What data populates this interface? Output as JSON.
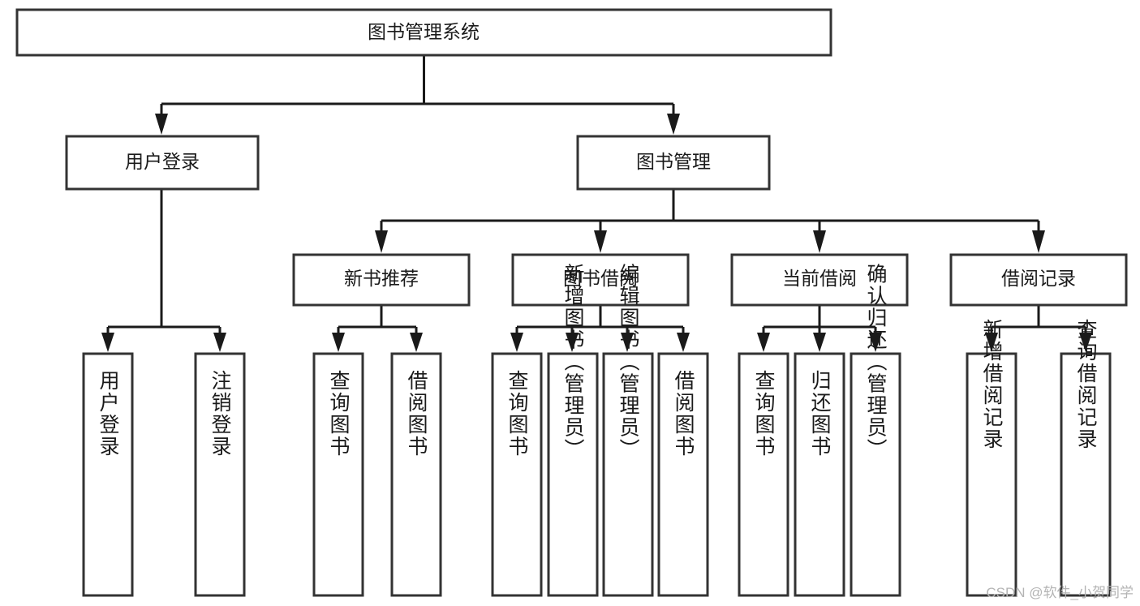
{
  "diagram": {
    "title": "图书管理系统",
    "watermark": "CSDN @软件_小贺同学",
    "colors": {
      "box_border": "#333333",
      "box_fill": "#ffffff",
      "connector": "#1a1a1a",
      "text": "#1a1a1a",
      "watermark": "#b4b4b4",
      "background": "#ffffff"
    },
    "nodes": {
      "root": {
        "label": "图书管理系统"
      },
      "level2": [
        {
          "label": "用户登录"
        },
        {
          "label": "图书管理"
        }
      ],
      "level3": [
        {
          "label": "新书推荐"
        },
        {
          "label": "图书借阅"
        },
        {
          "label": "当前借阅"
        },
        {
          "label": "借阅记录"
        }
      ],
      "leaves": {
        "user_login": [
          {
            "label": "用户登录"
          },
          {
            "label": "注销登录"
          }
        ],
        "new_book_recommend": [
          {
            "label": "查询图书"
          },
          {
            "label": "借阅图书"
          }
        ],
        "book_borrow": [
          {
            "label": "查询图书"
          },
          {
            "label": "新增图书（管理员）"
          },
          {
            "label": "编辑图书（管理员）"
          },
          {
            "label": "借阅图书"
          }
        ],
        "current_borrow": [
          {
            "label": "查询图书"
          },
          {
            "label": "归还图书"
          },
          {
            "label": "确认归还（管理员）"
          }
        ],
        "borrow_record": [
          {
            "label": "新增借阅记录"
          },
          {
            "label": "查询借阅记录"
          }
        ]
      }
    }
  }
}
